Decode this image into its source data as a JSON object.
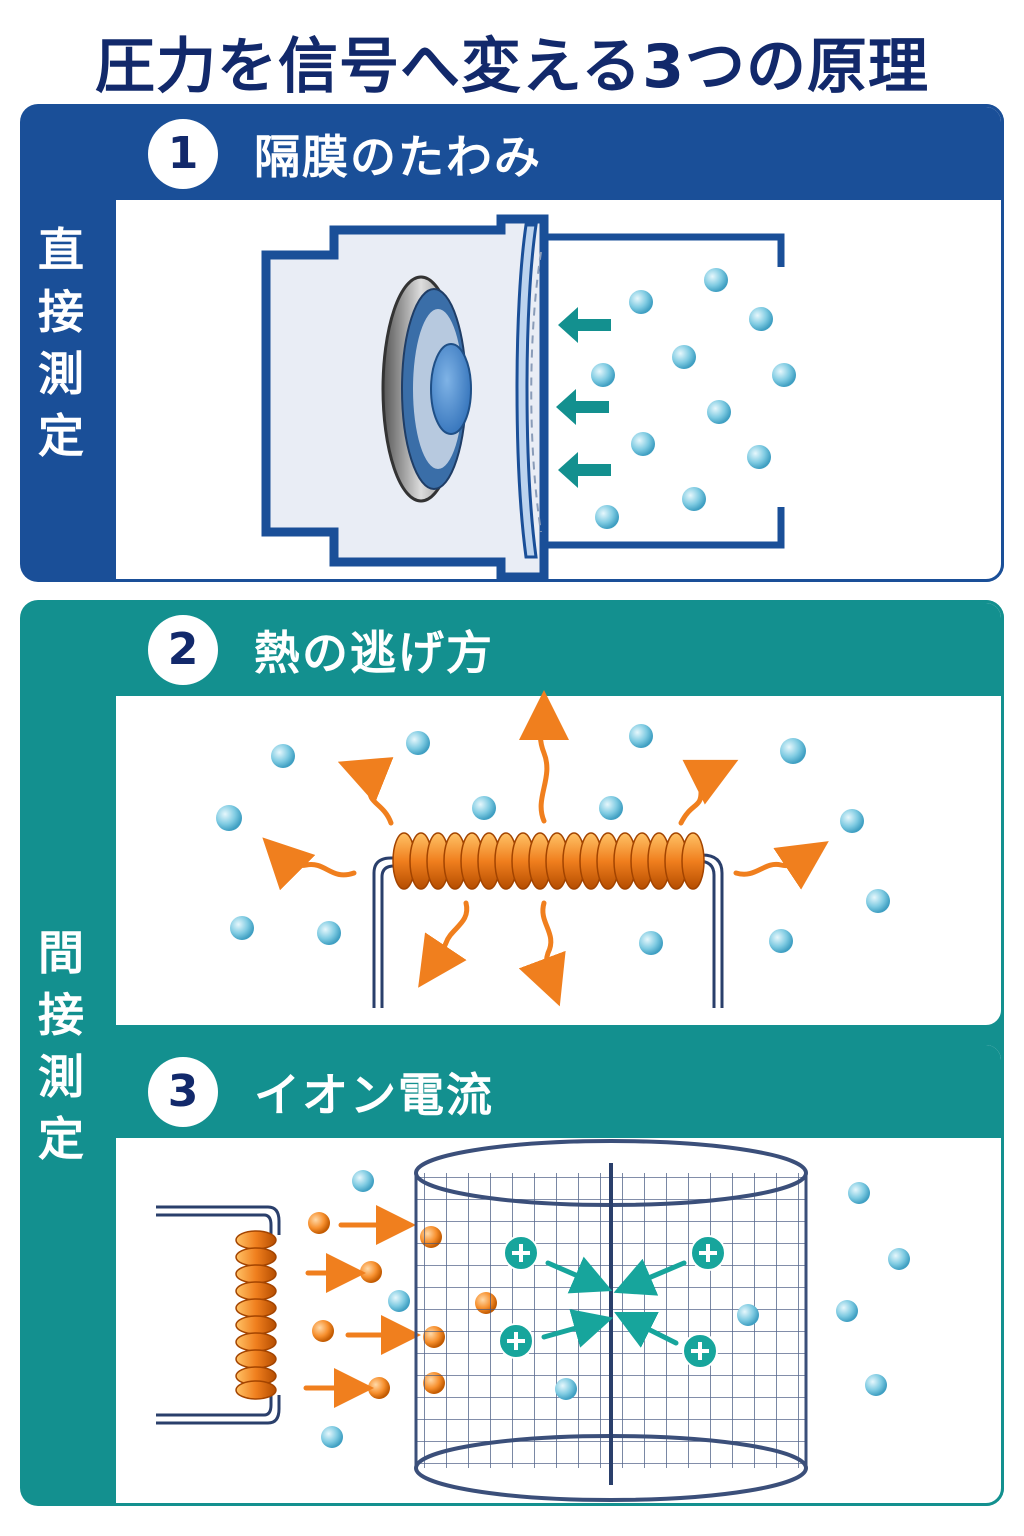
{
  "title": "圧力を信号へ変える3つの原理",
  "groups": {
    "direct": "直接測定",
    "indirect": "間接測定"
  },
  "sections": [
    {
      "number": "1",
      "label": "隔膜のたわみ"
    },
    {
      "number": "2",
      "label": "熱の逃げ方"
    },
    {
      "number": "3",
      "label": "イオン電流"
    }
  ],
  "colors": {
    "navy": "#1a4f98",
    "teal": "#13908f",
    "title": "#12296b",
    "orange": "#f07f1e",
    "molecule": "#6fc3dc",
    "ion": "#17a59c"
  },
  "icons": {
    "plus": "ion-plus-icon"
  }
}
